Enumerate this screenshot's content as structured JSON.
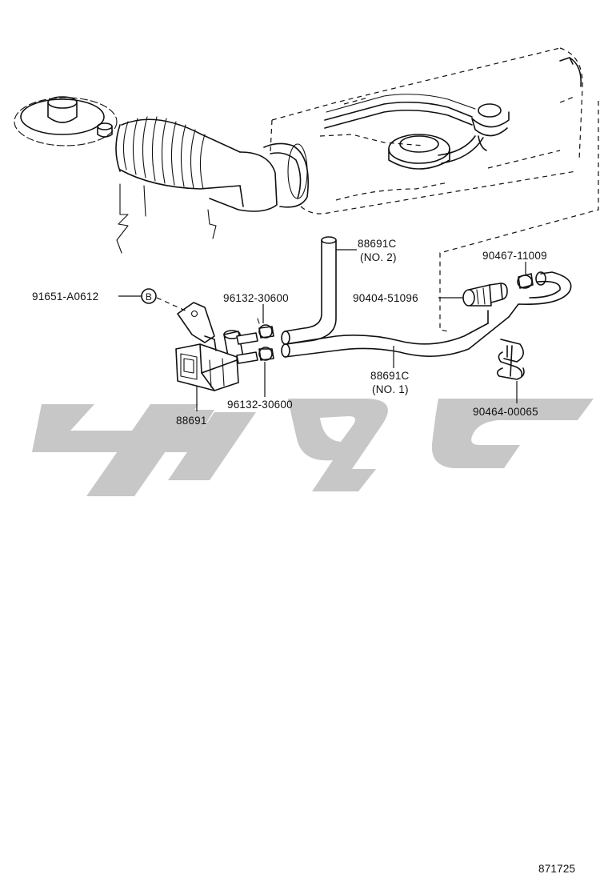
{
  "diagram": {
    "colors": {
      "line": "#111111",
      "watermark": "#c7c7c7",
      "background": "#ffffff"
    },
    "parts": [
      {
        "id": "hose-no2",
        "number": "88691C",
        "note": "(NO. 2)"
      },
      {
        "id": "clip-upper-right",
        "number": "90467-11009"
      },
      {
        "id": "grommet-bolt",
        "number": "91651-A0612",
        "callout": "B"
      },
      {
        "id": "clamp-upper",
        "number": "96132-30600"
      },
      {
        "id": "check-valve",
        "number": "90404-51096"
      },
      {
        "id": "hose-no1",
        "number": "88691C",
        "note": "(NO. 1)"
      },
      {
        "id": "clamp-lower",
        "number": "96132-30600"
      },
      {
        "id": "clip-lower-right",
        "number": "90464-00065"
      },
      {
        "id": "vacuum-switching-valve",
        "number": "88691"
      }
    ],
    "drawing_number": "871725"
  }
}
